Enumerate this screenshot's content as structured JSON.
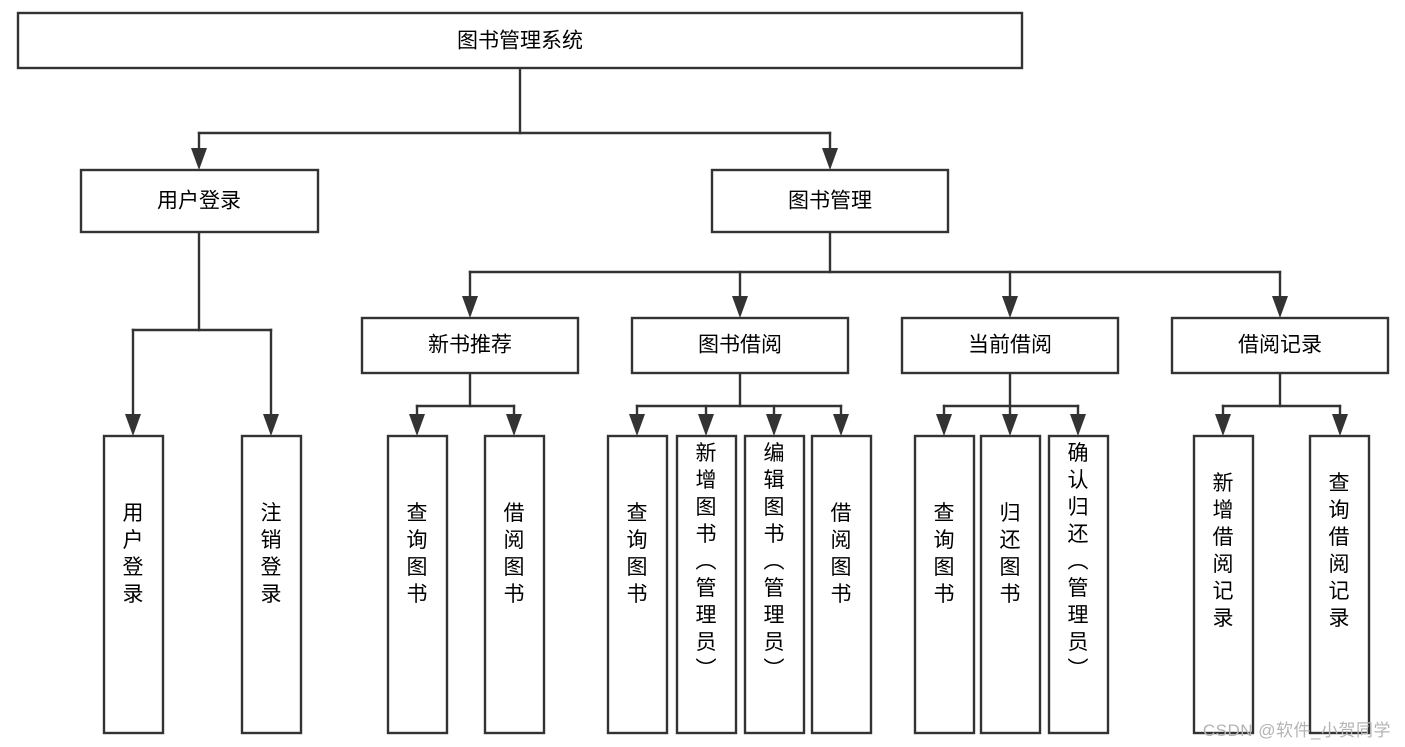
{
  "diagram": {
    "type": "hierarchy-tree",
    "title": "图书管理系统",
    "watermark": "CSDN @软件_小贺同学",
    "levels": {
      "root": {
        "label": "图书管理系统"
      },
      "level2": [
        {
          "id": "user-login",
          "label": "用户登录"
        },
        {
          "id": "book-manage",
          "label": "图书管理"
        }
      ],
      "level3": [
        {
          "id": "new-book-rec",
          "label": "新书推荐"
        },
        {
          "id": "book-borrow",
          "label": "图书借阅"
        },
        {
          "id": "current-borrow",
          "label": "当前借阅"
        },
        {
          "id": "borrow-record",
          "label": "借阅记录"
        }
      ],
      "level4": [
        {
          "id": "leaf-user-login",
          "parent": "user-login",
          "label": "用户登录"
        },
        {
          "id": "leaf-logout",
          "parent": "user-login",
          "label": "注销登录"
        },
        {
          "id": "leaf-query-book-1",
          "parent": "new-book-rec",
          "label": "查询图书"
        },
        {
          "id": "leaf-borrow-book-1",
          "parent": "new-book-rec",
          "label": "借阅图书"
        },
        {
          "id": "leaf-query-book-2",
          "parent": "book-borrow",
          "label": "查询图书"
        },
        {
          "id": "leaf-add-book",
          "parent": "book-borrow",
          "label": "新增图书（管理员）"
        },
        {
          "id": "leaf-edit-book",
          "parent": "book-borrow",
          "label": "编辑图书（管理员）"
        },
        {
          "id": "leaf-borrow-book-2",
          "parent": "book-borrow",
          "label": "借阅图书"
        },
        {
          "id": "leaf-query-book-3",
          "parent": "current-borrow",
          "label": "查询图书"
        },
        {
          "id": "leaf-return-book",
          "parent": "current-borrow",
          "label": "归还图书"
        },
        {
          "id": "leaf-confirm-return",
          "parent": "current-borrow",
          "label": "确认归还（管理员）"
        },
        {
          "id": "leaf-add-record",
          "parent": "borrow-record",
          "label": "新增借阅记录"
        },
        {
          "id": "leaf-query-record",
          "parent": "borrow-record",
          "label": "查询借阅记录"
        }
      ]
    },
    "colors": {
      "stroke": "#333333",
      "fill": "#ffffff",
      "text": "#000000",
      "watermark": "#b4b4b4"
    }
  }
}
